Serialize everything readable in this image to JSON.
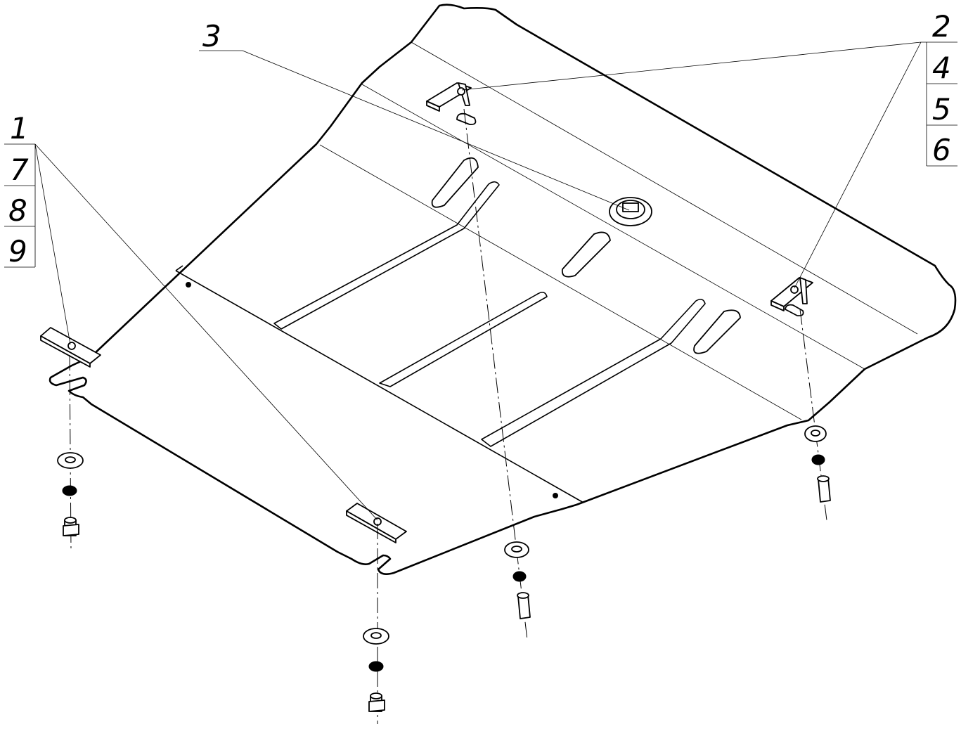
{
  "callouts": {
    "group_left": [
      "1",
      "7",
      "8",
      "9"
    ],
    "group_right": [
      "2",
      "4",
      "5",
      "6"
    ],
    "single": "3"
  },
  "colors": {
    "line": "#000000",
    "background": "#ffffff"
  },
  "parts": [
    "skid-plate",
    "corner-bracket",
    "center-nut",
    "washer",
    "lock-washer",
    "bolt"
  ]
}
